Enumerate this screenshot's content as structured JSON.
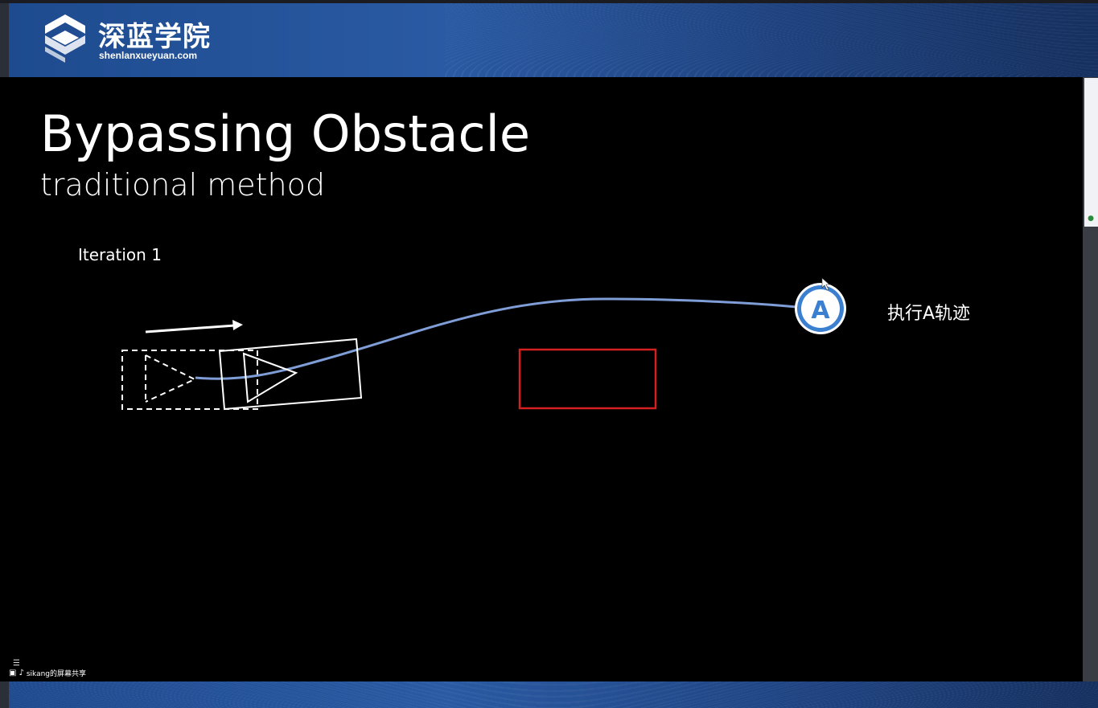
{
  "header": {
    "logo_text_cn": "深蓝学院",
    "logo_text_en": "shenlanxueyuan.com"
  },
  "slide": {
    "title": "Bypassing Obstacle",
    "subtitle": "traditional method",
    "iteration_label": "Iteration 1",
    "trajectory_marker": "A",
    "trajectory_label": "执行A轨迹",
    "colors": {
      "background": "#000000",
      "trajectory": "#7f9dd6",
      "obstacle": "#d42020",
      "marker_fill": "#3a7fd0",
      "vehicle_outline": "#ffffff"
    }
  },
  "status_bar": {
    "share_label": "sikang的屏幕共享",
    "icons": [
      "screen-share-icon",
      "microphone-icon",
      "menu-icon"
    ]
  }
}
